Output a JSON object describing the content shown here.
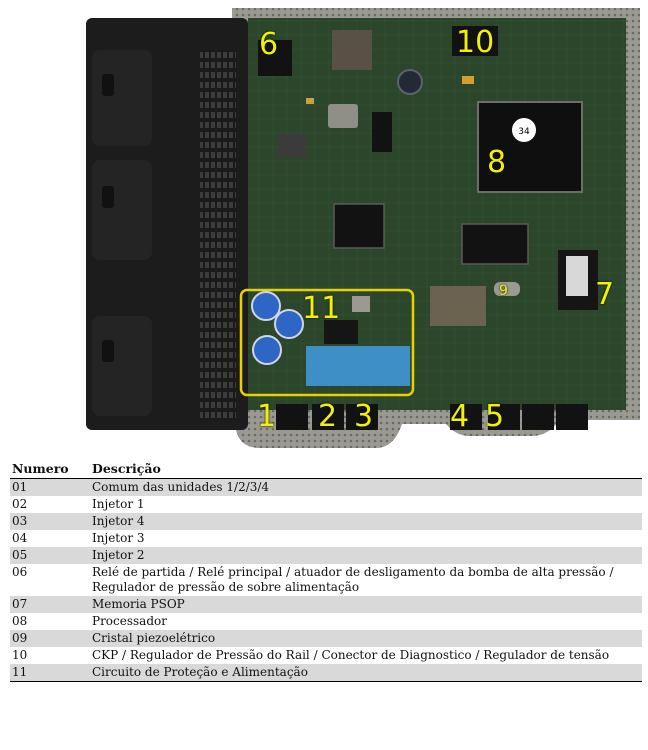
{
  "figure": {
    "labels": [
      {
        "id": "1",
        "text": "1"
      },
      {
        "id": "2",
        "text": "2"
      },
      {
        "id": "3",
        "text": "3"
      },
      {
        "id": "4",
        "text": "4"
      },
      {
        "id": "5",
        "text": "5"
      },
      {
        "id": "6",
        "text": "6"
      },
      {
        "id": "7",
        "text": "7"
      },
      {
        "id": "8",
        "text": "8"
      },
      {
        "id": "9",
        "text": "9"
      },
      {
        "id": "10",
        "text": "10"
      },
      {
        "id": "11",
        "text": "11"
      }
    ],
    "chip_marking": "34",
    "label_color": "#f2f200"
  },
  "table": {
    "headers": [
      "Numero",
      "Descrição"
    ],
    "rows": [
      {
        "num": "01",
        "desc": "Comum das unidades 1/2/3/4",
        "shade": true
      },
      {
        "num": "02",
        "desc": "Injetor 1",
        "shade": false
      },
      {
        "num": "03",
        "desc": "Injetor 4",
        "shade": true
      },
      {
        "num": "04",
        "desc": "Injetor 3",
        "shade": false
      },
      {
        "num": "05",
        "desc": "Injetor 2",
        "shade": true
      },
      {
        "num": "06",
        "desc": "Relé de partida / Relé principal / atuador de desligamento da bomba de alta pressão / Regulador de pressão de sobre alimentação",
        "shade": false
      },
      {
        "num": "07",
        "desc": "Memoria PSOP",
        "shade": true
      },
      {
        "num": "08",
        "desc": "Processador",
        "shade": false
      },
      {
        "num": "09",
        "desc": "Cristal piezoelétrico",
        "shade": true
      },
      {
        "num": "10",
        "desc": "CKP / Regulador de Pressão do Rail / Conector de Diagnostico / Regulador de tensão",
        "shade": false
      },
      {
        "num": "11",
        "desc": "Circuito de Proteção e Alimentação",
        "shade": true
      }
    ]
  }
}
